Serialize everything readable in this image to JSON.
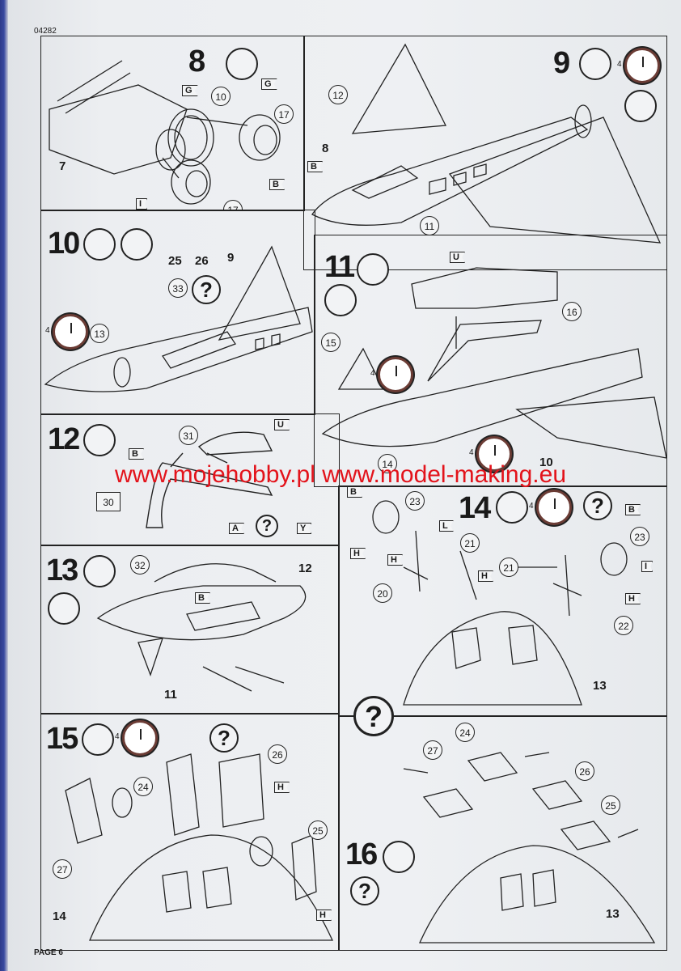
{
  "header": {
    "code": "04282"
  },
  "footer": {
    "page": "PAGE 6"
  },
  "watermark": "www.mojehobby.pl www.model-making.eu",
  "steps": {
    "s8": {
      "number": "8",
      "parts": [
        "10",
        "17",
        "17"
      ],
      "labels": [
        "7"
      ],
      "tags": [
        "G",
        "G",
        "B",
        "I",
        "B"
      ]
    },
    "s9": {
      "number": "9",
      "parts": [
        "12",
        "11"
      ],
      "labels": [
        "8"
      ],
      "tags": [
        "B"
      ]
    },
    "s10": {
      "number": "10",
      "parts": [
        "33",
        "13"
      ],
      "labels": [
        "25",
        "26",
        "9"
      ]
    },
    "s11": {
      "number": "11",
      "parts": [
        "16",
        "15",
        "14"
      ],
      "labels": [
        "10"
      ],
      "tags": [
        "U"
      ]
    },
    "s12": {
      "number": "12",
      "parts": [
        "31",
        "30"
      ],
      "tags": [
        "B",
        "U",
        "A",
        "Y"
      ]
    },
    "s13": {
      "number": "13",
      "parts": [
        "32"
      ],
      "labels": [
        "12",
        "11"
      ],
      "tags": [
        "B"
      ]
    },
    "s14": {
      "number": "14",
      "parts": [
        "23",
        "21",
        "20",
        "21",
        "23",
        "22"
      ],
      "labels": [
        "13"
      ],
      "tags": [
        "B",
        "L",
        "H",
        "H",
        "H",
        "B",
        "I",
        "H"
      ]
    },
    "s15": {
      "number": "15",
      "parts": [
        "26",
        "24",
        "27",
        "25"
      ],
      "labels": [
        "14"
      ],
      "tags": [
        "H",
        "H"
      ]
    },
    "s16": {
      "number": "16",
      "parts": [
        "24",
        "27",
        "26",
        "25"
      ],
      "labels": [
        "13"
      ]
    }
  },
  "question_mark": "?",
  "clock_number": "4"
}
